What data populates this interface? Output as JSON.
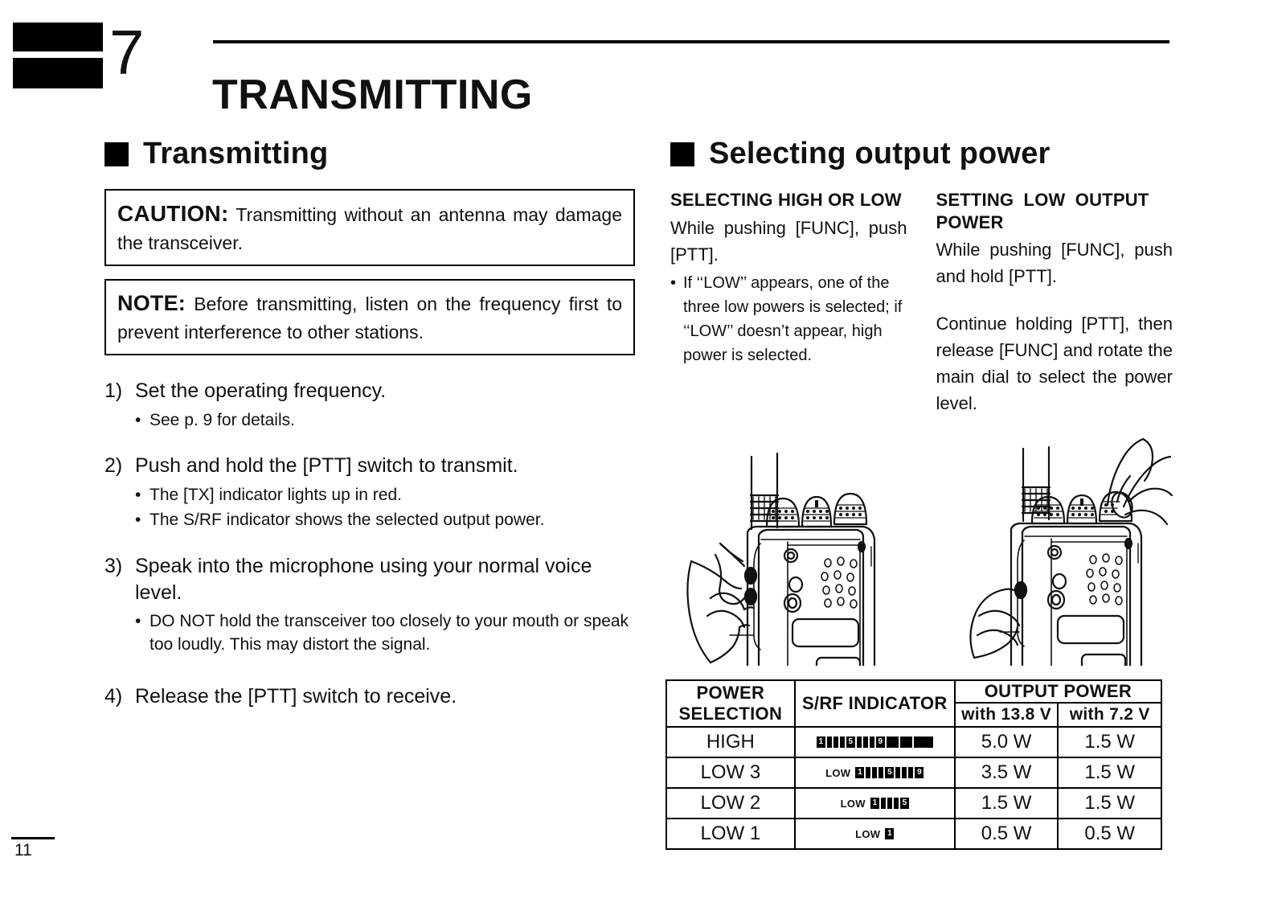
{
  "chapter": {
    "number": "7",
    "title": "TRANSMITTING"
  },
  "left_column": {
    "heading": "Transmitting",
    "caution": {
      "keyword": "CAUTION:",
      "text": "Transmitting without an antenna may damage the transceiver."
    },
    "note": {
      "keyword": "NOTE:",
      "text": "Before transmitting, listen on the frequency first to prevent interference to other stations."
    },
    "steps": [
      {
        "number": "1)",
        "text": "Set the operating frequency.",
        "sub": [
          "See p. 9 for details."
        ]
      },
      {
        "number": "2)",
        "text": "Push and hold the [PTT] switch to transmit.",
        "sub": [
          "The [TX] indicator lights up in red.",
          "The S/RF indicator shows the selected output power."
        ]
      },
      {
        "number": "3)",
        "text": "Speak into the microphone using your normal voice level.",
        "sub": [
          "DO NOT hold the transceiver too closely to your mouth or speak too loudly.   This may distort the signal."
        ]
      },
      {
        "number": "4)",
        "text": "Release the [PTT] switch to receive.",
        "sub": []
      }
    ]
  },
  "right_column": {
    "heading": "Selecting output power",
    "subsections": [
      {
        "title": "SELECTING HIGH OR LOW",
        "body": "While pushing [FUNC], push [PTT].",
        "bullet": "If ‘‘LOW’’ appears, one of the three low powers is selected; if ‘‘LOW’’ doesn’t appear, high power is selected."
      },
      {
        "title": "SETTING LOW OUTPUT POWER",
        "body": "While pushing [FUNC], push and hold [PTT].",
        "body2": "Continue holding [PTT], then release [FUNC] and rotate the main dial to select the power level."
      }
    ]
  },
  "illustrations": {
    "left": "handheld-transceiver-ptt-press",
    "right": "handheld-transceiver-dial-rotate"
  },
  "power_table": {
    "headers": {
      "selection": "POWER SELECTION",
      "selection_line1": "POWER",
      "selection_line2": "SELECTION",
      "indicator": "S/RF INDICATOR",
      "output_power": "OUTPUT POWER",
      "volt_138": "with 13.8 V",
      "volt_72": "with 7.2 V"
    },
    "rows": [
      {
        "selection": "HIGH",
        "indicator_low_tag": "",
        "indicator_segments": 11,
        "with_13_8v": "5.0 W",
        "with_7_2v": "1.5 W"
      },
      {
        "selection": "LOW 3",
        "indicator_low_tag": "LOW",
        "indicator_segments": 9,
        "with_13_8v": "3.5 W",
        "with_7_2v": "1.5 W"
      },
      {
        "selection": "LOW 2",
        "indicator_low_tag": "LOW",
        "indicator_segments": 5,
        "with_13_8v": "1.5 W",
        "with_7_2v": "1.5 W"
      },
      {
        "selection": "LOW 1",
        "indicator_low_tag": "LOW",
        "indicator_segments": 1,
        "with_13_8v": "0.5 W",
        "with_7_2v": "0.5 W"
      }
    ]
  },
  "footer": {
    "page_number": "11"
  }
}
